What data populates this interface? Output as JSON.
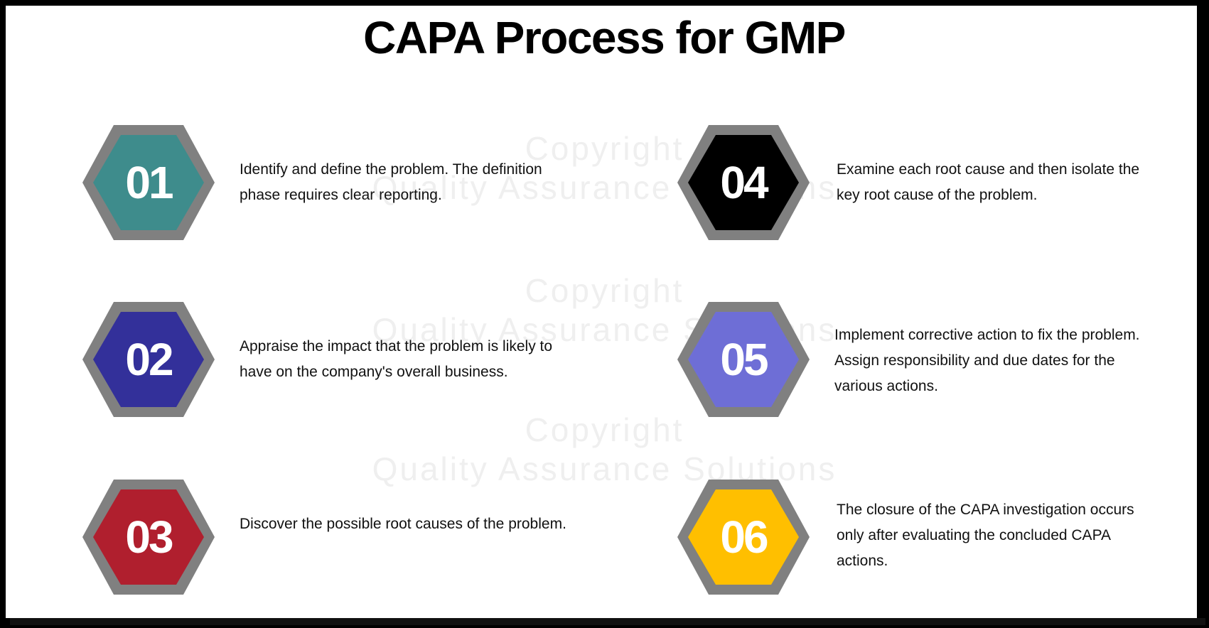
{
  "title": "CAPA Process for GMP",
  "watermark": {
    "line1": "Copyright",
    "line2": "Quality Assurance Solutions"
  },
  "colors": {
    "hex_border": "#808080",
    "step01": "#3E8C8C",
    "step02": "#33309A",
    "step03": "#B01F2E",
    "step04": "#000000",
    "step05": "#6E6ED6",
    "step06": "#FFBF00"
  },
  "steps": [
    {
      "number": "01",
      "text": "Identify and define the problem. The definition phase requires clear reporting."
    },
    {
      "number": "02",
      "text": "Appraise the impact that the problem is likely to have on the company's overall business."
    },
    {
      "number": "03",
      "text": "Discover the possible root causes of the problem."
    },
    {
      "number": "04",
      "text": "Examine each root cause and then isolate the key root cause of the problem."
    },
    {
      "number": "05",
      "text": "Implement corrective action to fix the problem. Assign responsibility and due dates for the various actions."
    },
    {
      "number": "06",
      "text": "The closure of the CAPA investigation occurs only after evaluating the concluded CAPA actions."
    }
  ]
}
